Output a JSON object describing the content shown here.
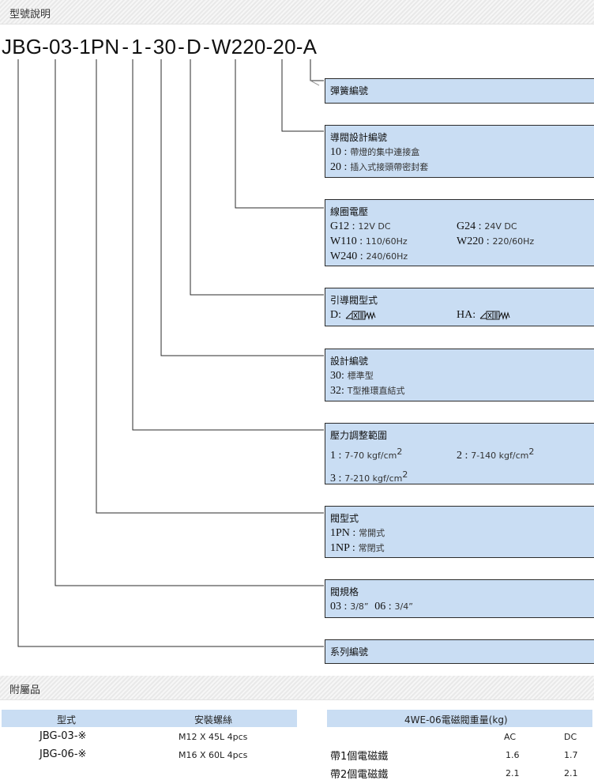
{
  "section1_title": "型號說明",
  "model_parts": [
    "JBG",
    "-",
    "03",
    "-",
    "1PN",
    "-",
    "1",
    "-",
    "30",
    "-",
    "D",
    "-",
    "W220",
    "-",
    "20",
    "-",
    "A"
  ],
  "boxes": {
    "spring": {
      "title": "彈簧編號"
    },
    "pilot_design": {
      "title": "導閥設計編號",
      "items": [
        {
          "code": "10 :",
          "desc": "帶燈的集中連接盒"
        },
        {
          "code": "20 :",
          "desc": "插入式接頭帶密封套"
        }
      ]
    },
    "coil_voltage": {
      "title": "線圈電壓",
      "items": [
        {
          "code": "G12 :",
          "desc": "12V DC"
        },
        {
          "code": "G24 :",
          "desc": "24V DC"
        },
        {
          "code": "W110 :",
          "desc": "110/60Hz"
        },
        {
          "code": "W220 :",
          "desc": "220/60Hz"
        },
        {
          "code": "W240 :",
          "desc": "240/60Hz"
        }
      ]
    },
    "pilot_type": {
      "title": "引導閥型式",
      "items": [
        {
          "code": "D:"
        },
        {
          "code": "HA:"
        }
      ]
    },
    "design_no": {
      "title": "設計編號",
      "items": [
        {
          "code": "30:",
          "desc": "標準型"
        },
        {
          "code": "32:",
          "desc": "T型推環直結式"
        }
      ]
    },
    "pressure": {
      "title": "壓力調整範圍",
      "items": [
        {
          "code": "1 :",
          "desc": "7-70 kgf/cm",
          "sup": "2"
        },
        {
          "code": "2 :",
          "desc": "7-140 kgf/cm",
          "sup": "2"
        },
        {
          "code": "3 :",
          "desc": "7-210 kgf/cm",
          "sup": "2"
        }
      ]
    },
    "valve_type": {
      "title": "閥型式",
      "items": [
        {
          "code": "1PN :",
          "desc": "常開式"
        },
        {
          "code": "1NP :",
          "desc": "常閉式"
        }
      ]
    },
    "valve_size": {
      "title": "閥規格",
      "items": [
        {
          "code": "03 :",
          "desc": "3/8”"
        },
        {
          "code": "06 :",
          "desc": "3/4”"
        }
      ]
    },
    "series": {
      "title": "系列編號"
    }
  },
  "section2_title": "附屬品",
  "accessories": {
    "headers": [
      "型式",
      "安裝螺絲"
    ],
    "rows": [
      {
        "model": "JBG-03-※",
        "screw": "M12 X 45L 4pcs"
      },
      {
        "model": "JBG-06-※",
        "screw": "M16 X 60L 4pcs"
      }
    ]
  },
  "weight": {
    "title": "4WE-06電磁閥重量(kg)",
    "cols": [
      "AC",
      "DC"
    ],
    "rows": [
      {
        "label": "帶1個電磁鐵",
        "ac": "1.6",
        "dc": "1.7"
      },
      {
        "label": "帶2個電磁鐵",
        "ac": "2.1",
        "dc": "2.1"
      }
    ]
  },
  "colors": {
    "box_fill": "#c9ddf3",
    "line": "#2b2b2b"
  }
}
